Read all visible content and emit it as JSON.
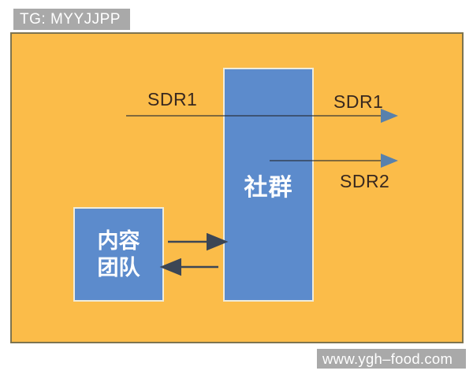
{
  "watermark_top": {
    "label": "TG: MYYJJPP"
  },
  "watermark_bottom": {
    "label": "www.ygh–food.com"
  },
  "diagram": {
    "community_box": {
      "label": "社群"
    },
    "content_team_box": {
      "label": "内容\n团队"
    },
    "labels": {
      "sdr1_left": "SDR1",
      "sdr1_right": "SDR1",
      "sdr2": "SDR2"
    },
    "arrows": [
      {
        "name": "sdr1-flow",
        "direction": "left-to-right",
        "crosses": "community"
      },
      {
        "name": "sdr2-flow",
        "direction": "community-to-right"
      },
      {
        "name": "team-to-community",
        "direction": "right"
      },
      {
        "name": "community-to-team",
        "direction": "left"
      }
    ],
    "colors": {
      "background_orange": "#fbbc49",
      "box_blue": "#5c8bcc",
      "canvas_border": "#7e744f",
      "box_border_light": "#efecdb",
      "badge_gray": "#a9a9a9",
      "flow_label_text": "#38281f",
      "long_arrow_head": "#5881ac",
      "short_arrow": "#3c4655"
    }
  }
}
